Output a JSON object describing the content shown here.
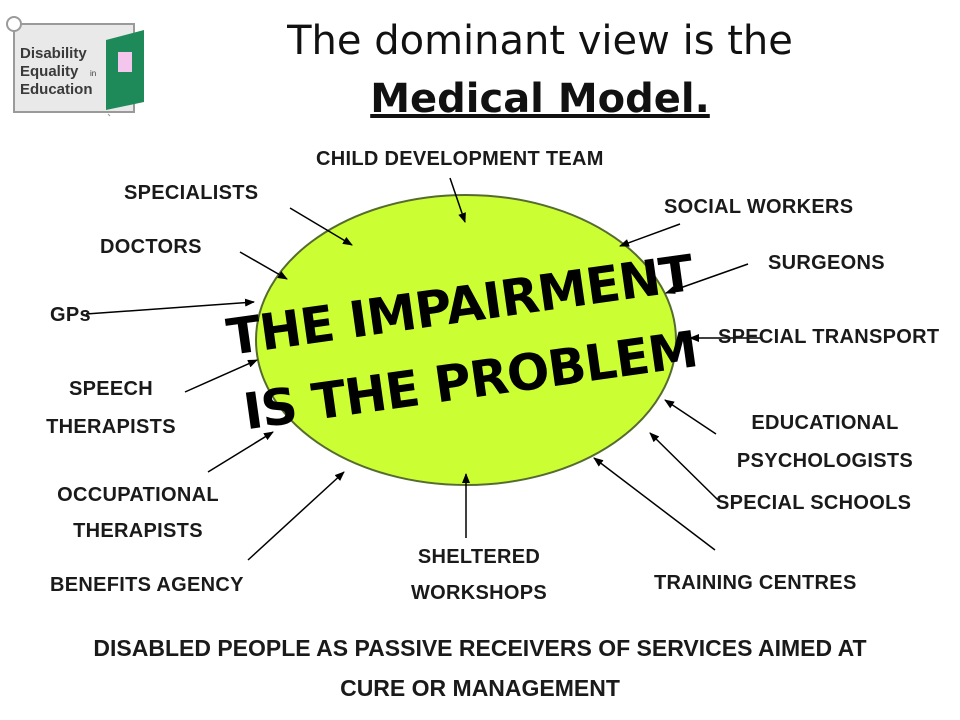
{
  "logo": {
    "line1": "Disability",
    "line2": "Equality",
    "line3": "Education",
    "mark": "in"
  },
  "title": {
    "line1": "The dominant view is the",
    "line2": "Medical Model."
  },
  "center": {
    "line1": "THE IMPAIRMENT",
    "line2": "IS THE PROBLEM",
    "fill": "#ccff33"
  },
  "labels": {
    "child_development_team": "CHILD DEVELOPMENT  TEAM",
    "specialists": "SPECIALISTS",
    "social_workers": "SOCIAL WORKERS",
    "doctors": "DOCTORS",
    "surgeons": "SURGEONS",
    "gps": "GPs",
    "special_transport": "SPECIAL   TRANSPORT",
    "speech_therapists_1": "SPEECH",
    "speech_therapists_2": "THERAPISTS",
    "educational_psychologists_1": "EDUCATIONAL",
    "educational_psychologists_2": "PSYCHOLOGISTS",
    "occupational_therapists_1": "OCCUPATIONAL",
    "occupational_therapists_2": "THERAPISTS",
    "special_schools": "SPECIAL SCHOOLS",
    "sheltered_workshops_1": "SHELTERED",
    "sheltered_workshops_2": "WORKSHOPS",
    "benefits_agency": "BENEFITS  AGENCY",
    "training_centres": "TRAINING CENTRES"
  },
  "footer": {
    "line1": "DISABLED PEOPLE AS PASSIVE RECEIVERS OF SERVICES AIMED AT",
    "line2": "CURE OR MANAGEMENT"
  }
}
